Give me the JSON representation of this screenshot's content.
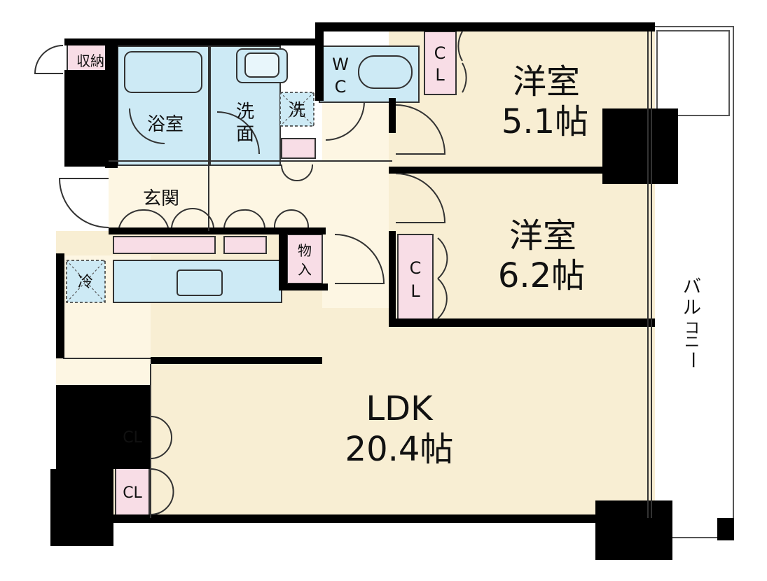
{
  "rooms": {
    "western_room_1": {
      "name": "洋室",
      "size": "5.1帖"
    },
    "western_room_2": {
      "name": "洋室",
      "size": "6.2帖"
    },
    "ldk": {
      "name": "LDK",
      "size": "20.4帖"
    },
    "bathroom": "浴室",
    "washroom": [
      "洗",
      "面"
    ],
    "washer": "洗",
    "toilet": [
      "W",
      "C"
    ],
    "entrance": "玄関",
    "storage_top": "収納",
    "pantry": [
      "物",
      "入"
    ],
    "fridge": "冷",
    "closet_vertical": [
      "C",
      "L"
    ],
    "closet": "CL",
    "balcony": [
      "バ",
      "ル",
      "コ",
      "ニ",
      "ー"
    ]
  },
  "colors": {
    "wall": "#000000",
    "floor": "#fdf6e3",
    "room_floor": "#f8eed3",
    "wet_area": "#cdeaf5",
    "storage": "#f8dde6"
  }
}
